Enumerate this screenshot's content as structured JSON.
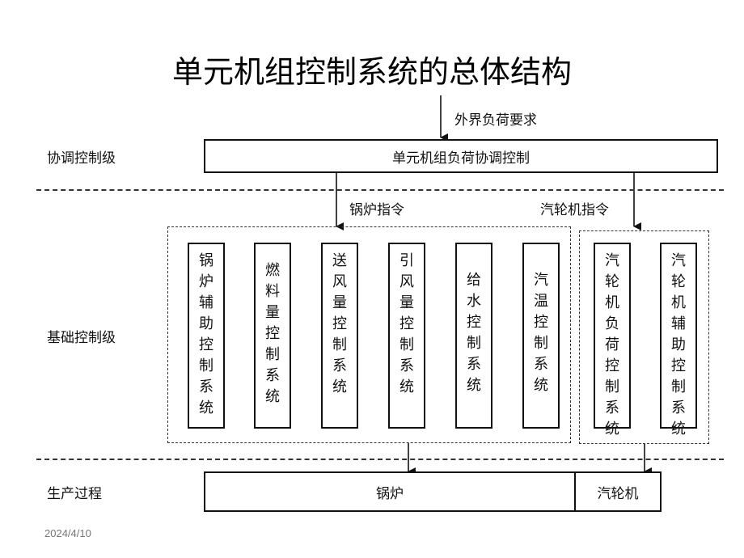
{
  "title": "单元机组控制系统的总体结构",
  "external_demand": "外界负荷要求",
  "levels": {
    "coordination": "协调控制级",
    "basic": "基础控制级",
    "process": "生产过程"
  },
  "coordination_box": "单元机组负荷协调控制",
  "commands": {
    "boiler": "锅炉指令",
    "turbine": "汽轮机指令"
  },
  "boiler_systems": [
    "锅炉辅助控制系统",
    "燃料量控制系统",
    "送风量控制系统",
    "引风量控制系统",
    "给水控制系统",
    "汽温控制系统"
  ],
  "turbine_systems": [
    "汽轮机负荷控制系统",
    "汽轮机辅助控制系统"
  ],
  "process": {
    "boiler": "锅炉",
    "turbine": "汽轮机"
  },
  "date": "2024/4/10"
}
